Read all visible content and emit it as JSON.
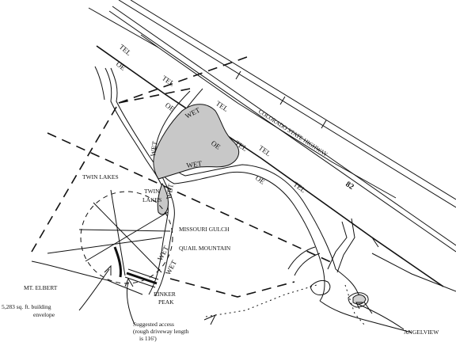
{
  "labels": {
    "highway": "COLORADO STATE HIGHWAY",
    "highway_number": "82",
    "tel": "TEL",
    "oe": "OE",
    "wet": "WET",
    "twin_lakes_upper": "TWIN LAKES",
    "twin_lakes_lower_1": "TWIN",
    "twin_lakes_lower_2": "LAKES",
    "missouri_gulch": "MISSOURI GULCH",
    "quail_mountain": "QUAIL MOUNTAIN",
    "mt_elbert": "MT. ELBERT",
    "rinker_peak_1": "RINKER",
    "rinker_peak_2": "PEAK",
    "angelview": "ANGELVIEW",
    "building_1": "5,283 sq. ft. building",
    "building_2": "envelope",
    "access_1": "Suggested access",
    "access_2": "(rough driveway length",
    "access_3": "is 116')"
  },
  "colors": {
    "ink": "#111111",
    "wetland_fill": "#c8c8c8",
    "background": "#ffffff"
  }
}
